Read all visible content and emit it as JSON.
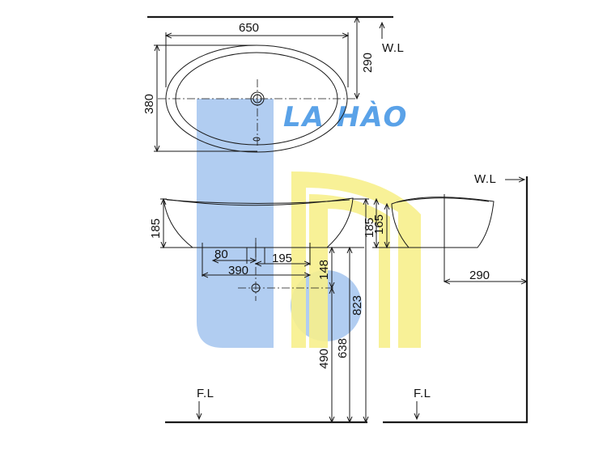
{
  "dimensions": {
    "top_width": "650",
    "top_height": "380",
    "top_wl_offset": "290",
    "front_height": "185",
    "drain_80": "80",
    "drain_195": "195",
    "drain_390": "390",
    "h_148": "148",
    "h_823": "823",
    "h_490": "490",
    "h_638": "638",
    "side_185": "185",
    "side_165": "165",
    "side_wall": "290"
  },
  "labels": {
    "wl_top": "W.L",
    "wl_side": "W.L",
    "fl_front": "F.L",
    "fl_side": "F.L"
  },
  "watermark": {
    "brand_text": "LA HÀO",
    "colors": {
      "blue": "#a9c8ef",
      "yellow": "#f7f08c",
      "text": "#5aa2e8"
    }
  }
}
